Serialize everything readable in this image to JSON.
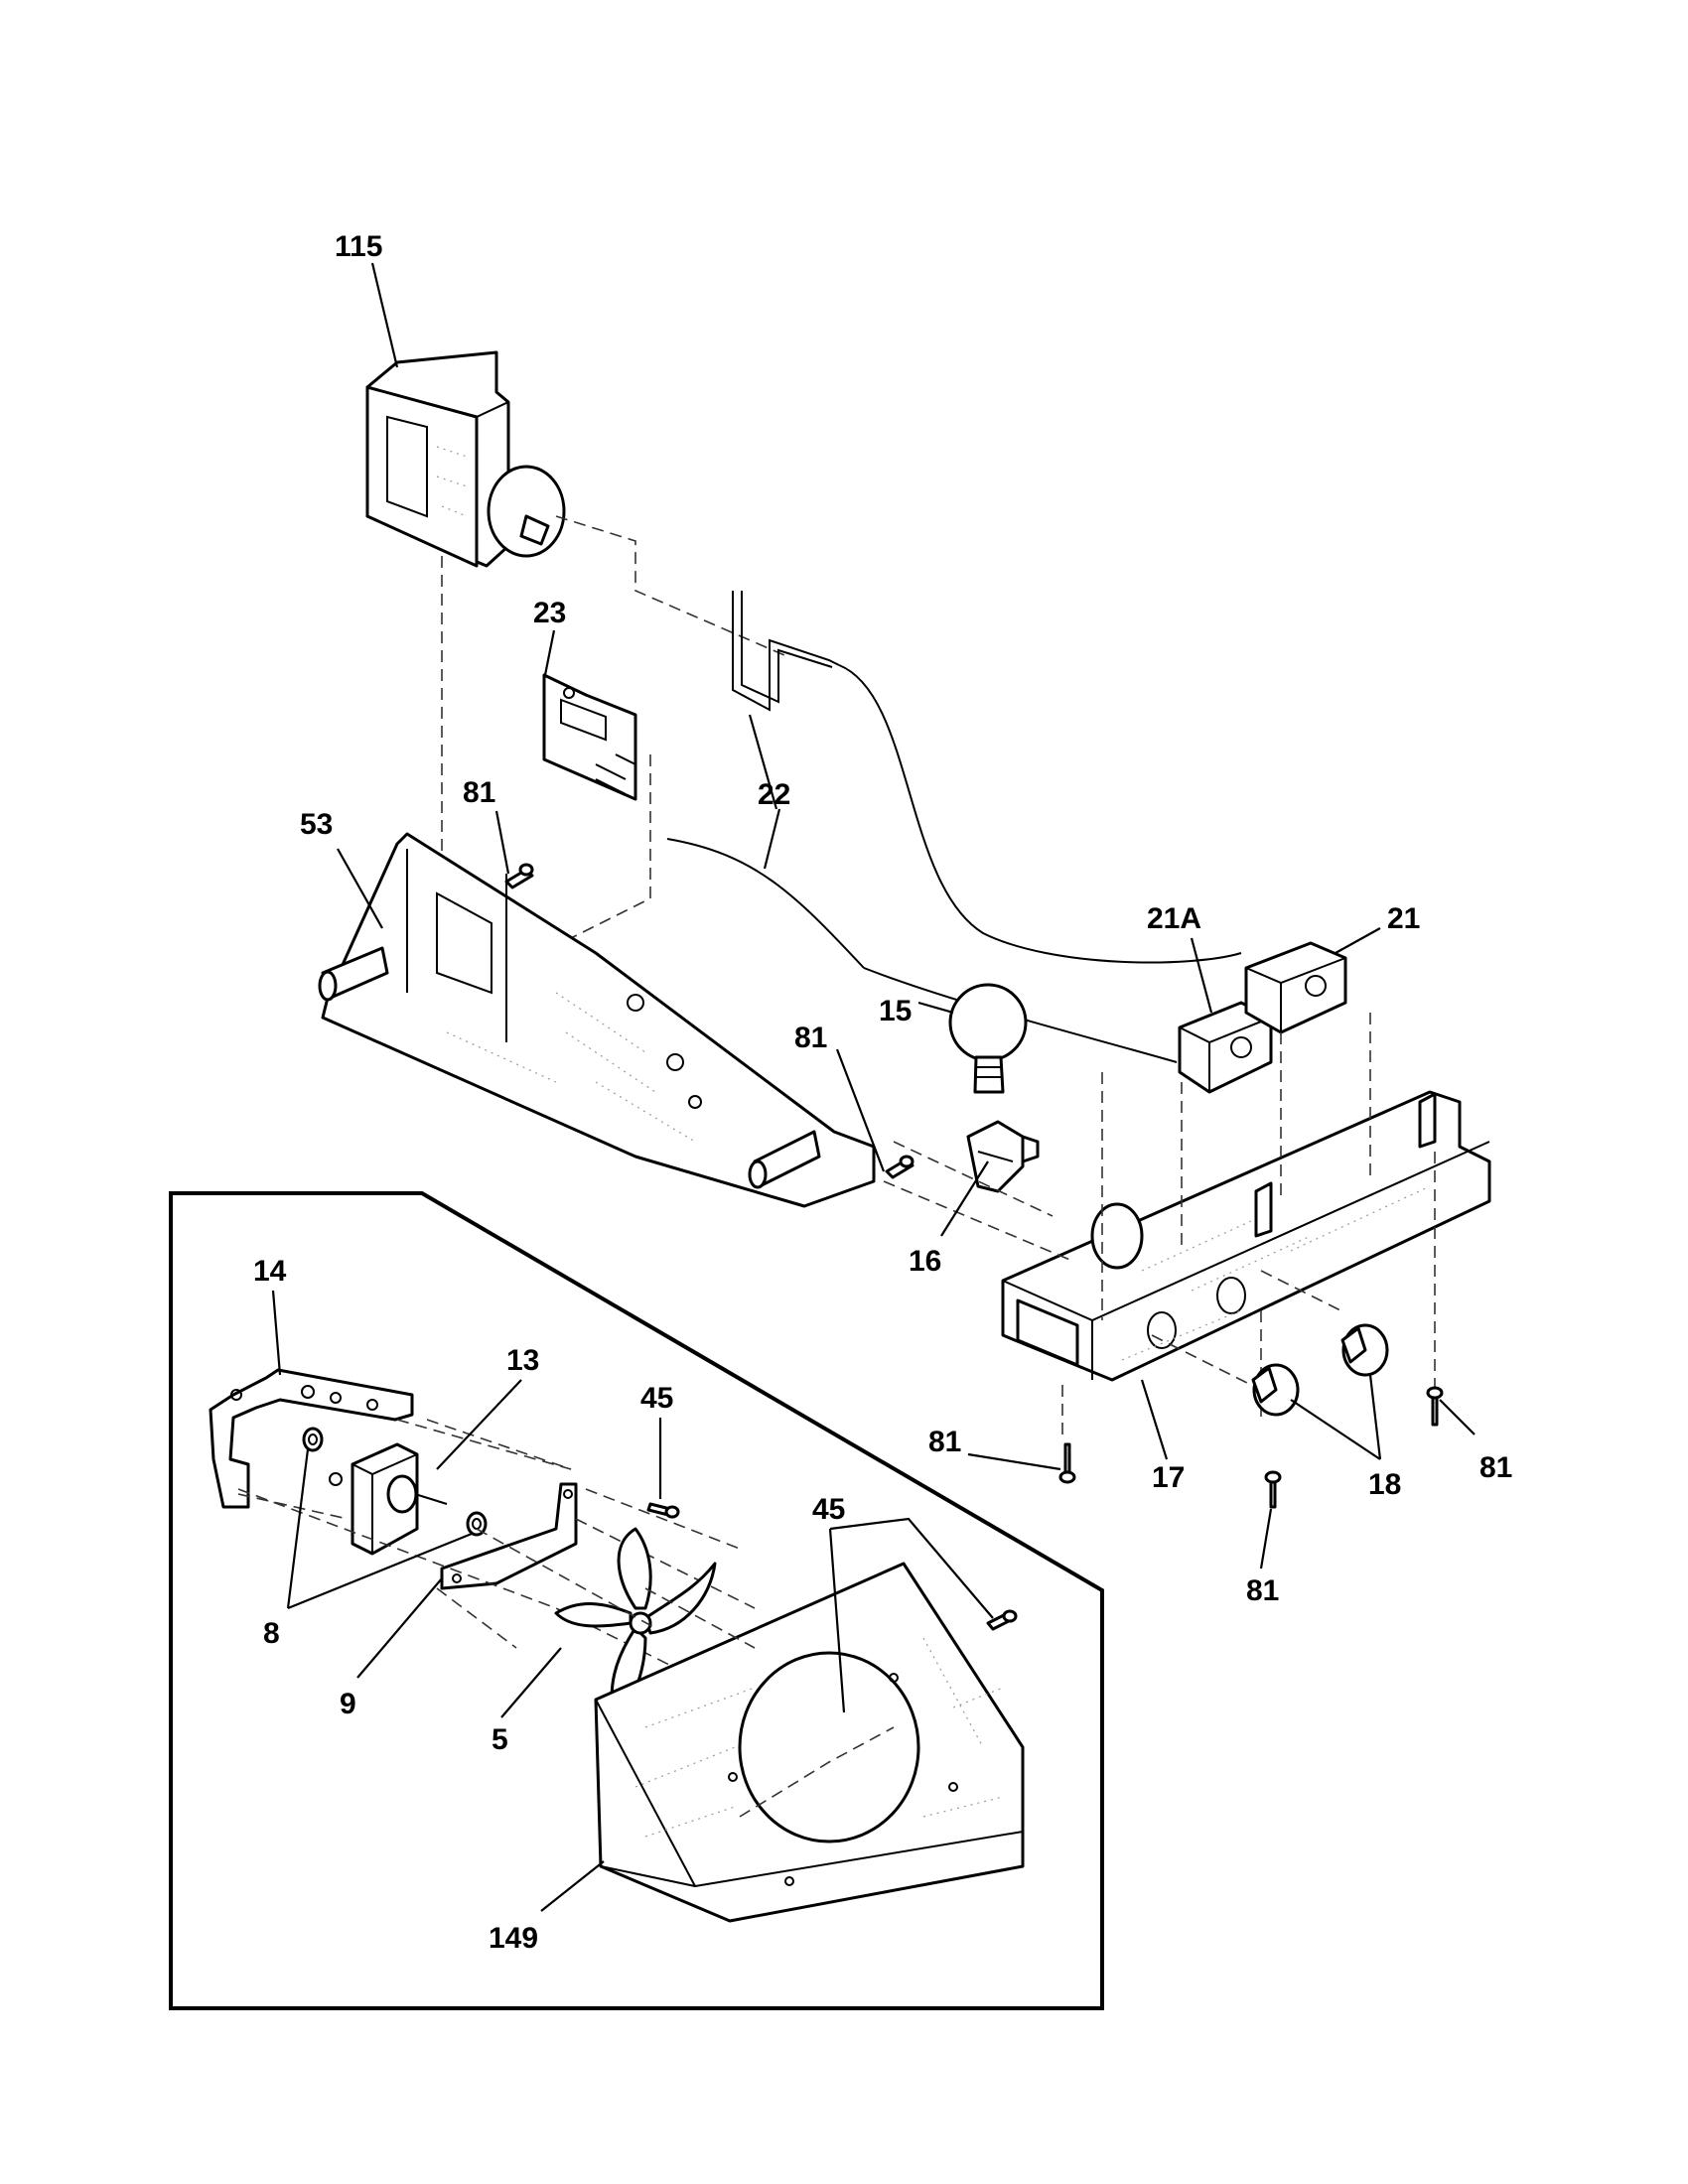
{
  "diagram": {
    "callouts": {
      "p115": "115",
      "p23": "23",
      "p81a": "81",
      "p22": "22",
      "p53": "53",
      "p21A": "21A",
      "p21": "21",
      "p15": "15",
      "p81b": "81",
      "p16": "16",
      "p14": "14",
      "p13": "13",
      "p45a": "45",
      "p45b": "45",
      "p81c": "81",
      "p17": "17",
      "p18": "18",
      "p81d": "81",
      "p81e": "81",
      "p8": "8",
      "p9": "9",
      "p5": "5",
      "p149": "149"
    }
  }
}
